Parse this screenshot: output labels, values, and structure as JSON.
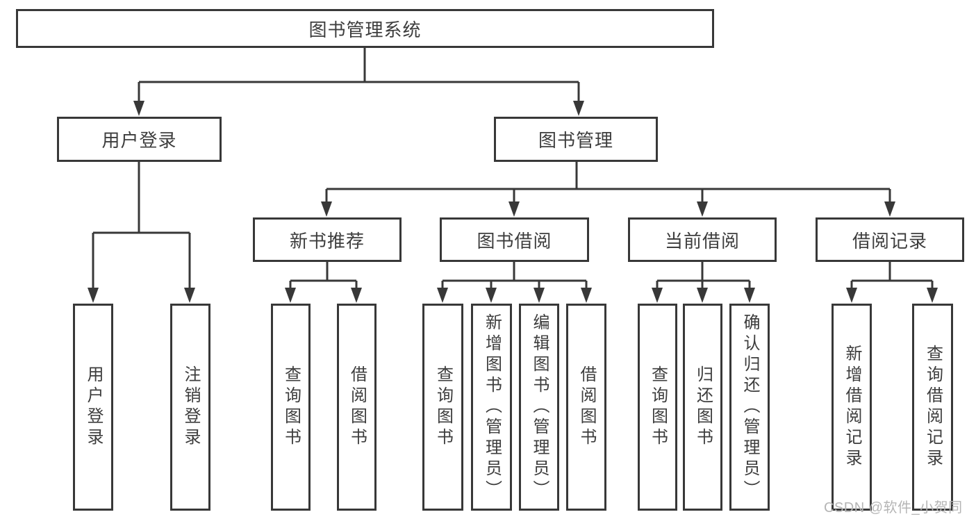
{
  "root": {
    "label": "图书管理系统"
  },
  "level2": [
    {
      "label": "用户登录",
      "leaves": [
        "用户登录",
        "注销登录"
      ]
    },
    {
      "label": "图书管理",
      "children": [
        {
          "label": "新书推荐",
          "leaves": [
            "查询图书",
            "借阅图书"
          ]
        },
        {
          "label": "图书借阅",
          "leaves": [
            "查询图书",
            "新增图书（管理员）",
            "编辑图书（管理员）",
            "借阅图书"
          ]
        },
        {
          "label": "当前借阅",
          "leaves": [
            "查询图书",
            "归还图书",
            "确认归还（管理员）"
          ]
        },
        {
          "label": "借阅记录",
          "leaves": [
            "新增借阅记录",
            "查询借阅记录"
          ]
        }
      ]
    }
  ],
  "watermark": "CSDN @软件_小贺同学",
  "colors": {
    "line": "#383838",
    "text": "#3d3d3d",
    "box_fill": "#ffffff",
    "background": "#ffffff",
    "watermark": "#b5b5b5"
  }
}
